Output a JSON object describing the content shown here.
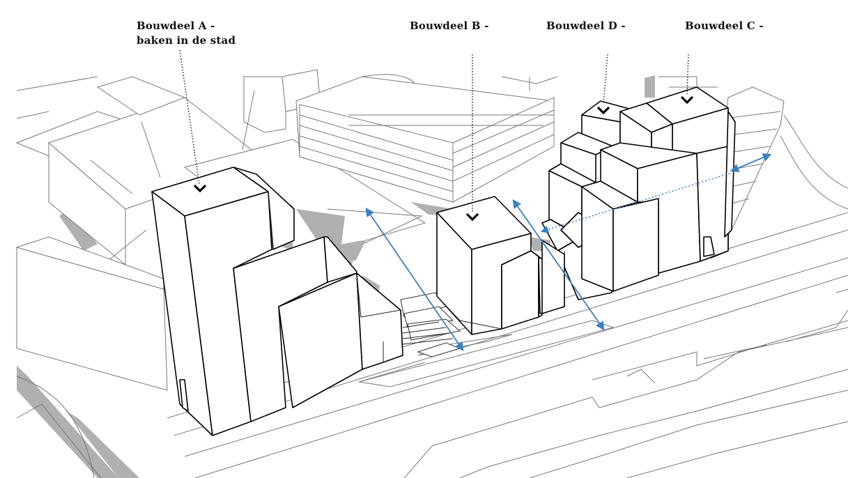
{
  "labels": {
    "a_line1": "Bouwdeel A -",
    "a_line2": "baken in de stad",
    "b": "Bouwdeel B -",
    "d": "Bouwdeel D -",
    "c": "Bouwdeel C -"
  },
  "colors": {
    "arrow": "#3a7fc1",
    "ground_shadow": "#b0b0b0",
    "context_line": "#777777",
    "building_line": "#000000"
  },
  "icons": {
    "marker": "chevron-down-icon",
    "connection": "double-headed-arrow-icon"
  }
}
